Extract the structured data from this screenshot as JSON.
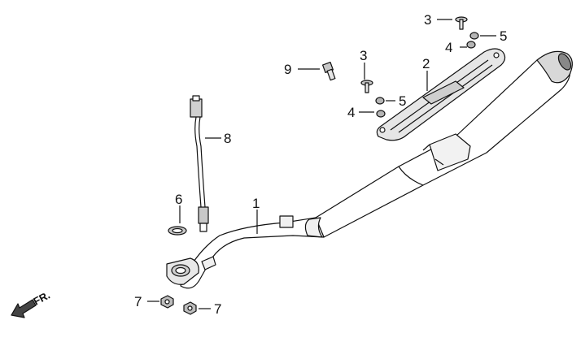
{
  "callouts": [
    {
      "id": "muffler",
      "label": "1"
    },
    {
      "id": "heat-protector",
      "label": "2"
    },
    {
      "id": "screw-top",
      "label": "3"
    },
    {
      "id": "screw-mid",
      "label": "3"
    },
    {
      "id": "washer-top",
      "label": "4"
    },
    {
      "id": "washer-mid",
      "label": "4"
    },
    {
      "id": "nut-top",
      "label": "5"
    },
    {
      "id": "nut-mid",
      "label": "5"
    },
    {
      "id": "gasket",
      "label": "6"
    },
    {
      "id": "nut-left",
      "label": "7"
    },
    {
      "id": "nut-right",
      "label": "7"
    },
    {
      "id": "o2-sensor",
      "label": "8"
    },
    {
      "id": "bolt",
      "label": "9"
    }
  ],
  "direction": {
    "label": "FR."
  },
  "colors": {
    "line": "#111111",
    "muffler_fill": "#ffffff",
    "heat_shield_fill": "#e6e6e6",
    "hardware_fill": "#b5b5b5"
  }
}
